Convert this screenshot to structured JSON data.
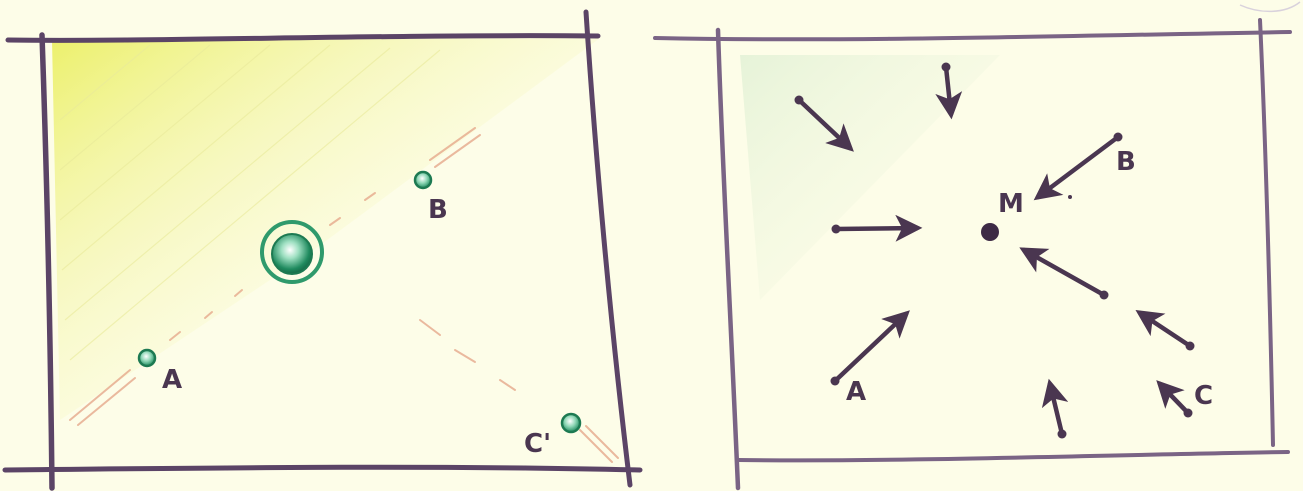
{
  "colors": {
    "paper": "#fdfde8",
    "ink": "#4a3650",
    "frame": "#5b4466",
    "green": "#2f9a6c",
    "yellow": "#eef07a",
    "streak": "#e6a98c"
  },
  "left_panel": {
    "labels": {
      "a": "A",
      "b": "B",
      "c": "C'"
    }
  },
  "right_panel": {
    "labels": {
      "m": "M",
      "b": "B",
      "a": "A",
      "c": "C"
    }
  }
}
